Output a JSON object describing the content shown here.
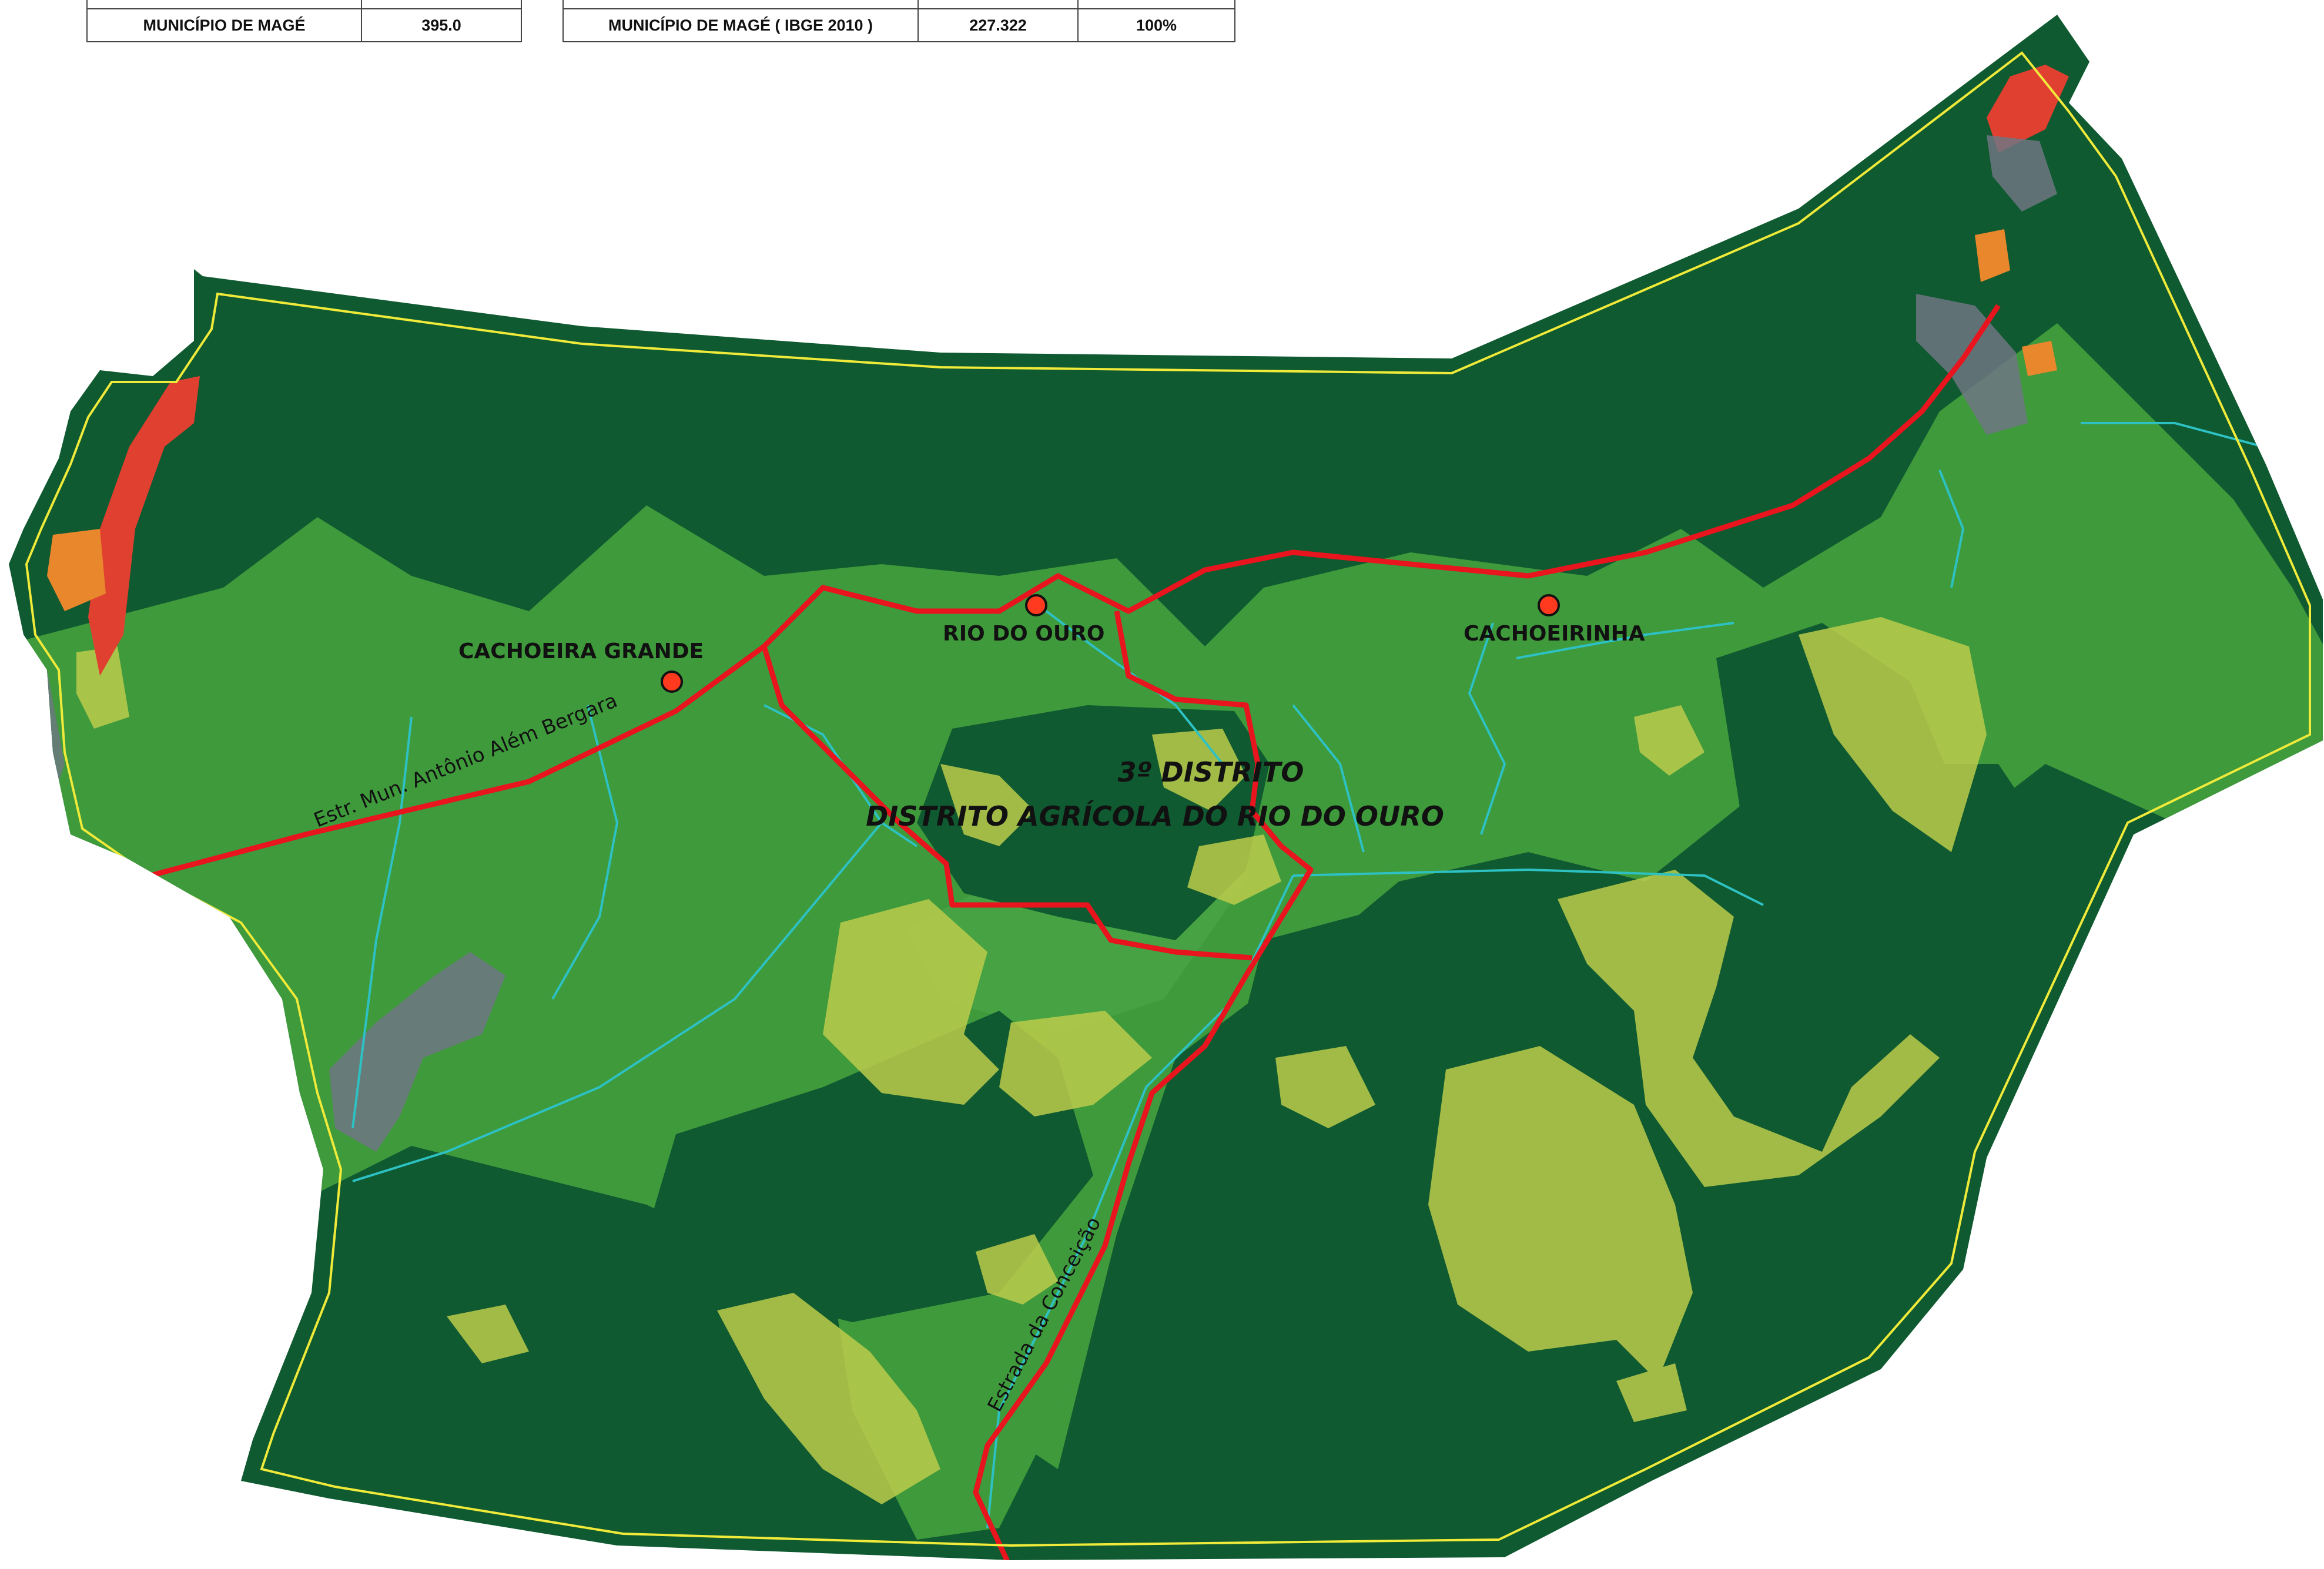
{
  "tables": {
    "left": {
      "name": "MUNICÍPIO DE MAGÉ",
      "value": "395.0"
    },
    "right": {
      "name": "MUNICÍPIO DE MAGÉ ( IBGE 2010 )",
      "value": "227.322",
      "percent": "100%"
    }
  },
  "map": {
    "places": [
      "CACHOEIRA GRANDE",
      "RIO DO OURO",
      "CACHOEIRINHA"
    ],
    "district": {
      "line1": "3º DISTRITO",
      "line2": "DISTRITO AGRÍCOLA DO RIO DO OURO"
    },
    "roads": [
      "Estr. Mun. Antônio Além Bergara",
      "Estrada da Conceição"
    ],
    "colors": {
      "forest": "#0f5a30",
      "farmland": "#3f9a3c",
      "scrub": "#bccd4b",
      "urban_red": "#e04030",
      "urban_orange": "#e8872c",
      "road": "#e8141e",
      "river": "#2ec1c4",
      "boundary": "#f0ea3a",
      "settlement": "#6e7683"
    }
  }
}
